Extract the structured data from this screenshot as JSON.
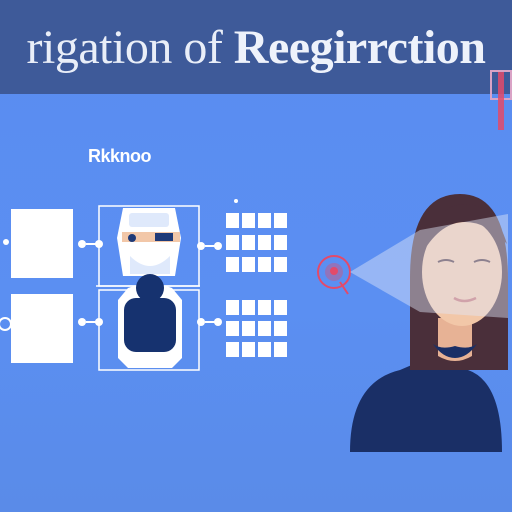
{
  "title": {
    "part1": "rigation of",
    "part2": "Reegirrction"
  },
  "diagram": {
    "label": "Rkknoo"
  },
  "colors": {
    "banner": "#3e5a99",
    "background": "#5b8ff2",
    "panel": "#ffffff",
    "dark_navy": "#1f3a78",
    "accent_red": "#e34a6a",
    "hair": "#4a2f3a",
    "skin": "#f2c7a8"
  }
}
